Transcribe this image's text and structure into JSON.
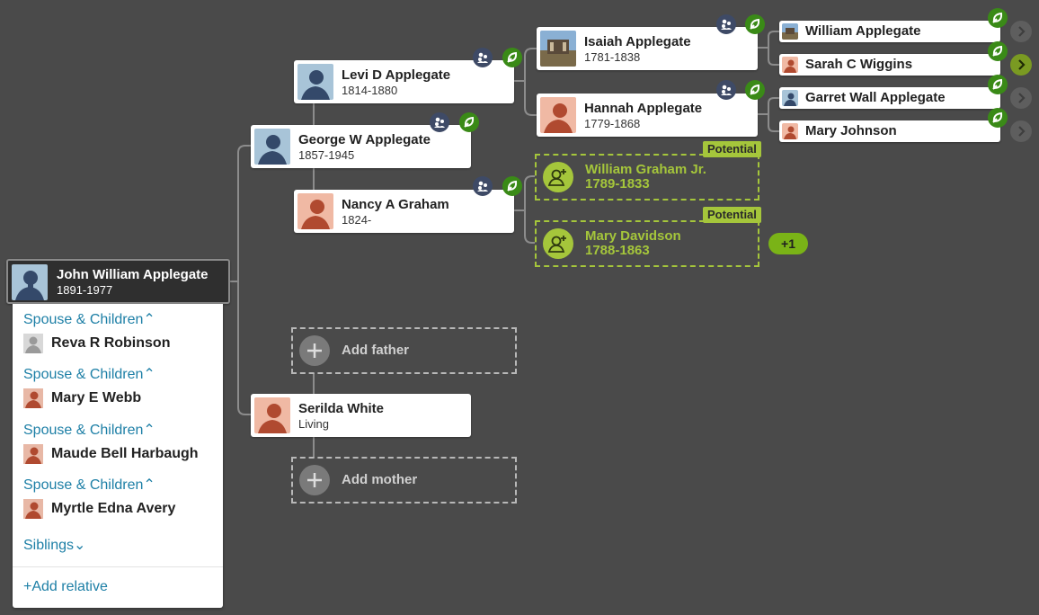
{
  "focus": {
    "name": "John William Applegate",
    "dates": "1891-1977"
  },
  "gen1": {
    "father": {
      "name": "George W Applegate",
      "dates": "1857-1945"
    },
    "mother": {
      "name": "Serilda White",
      "dates": "Living"
    },
    "add_father": "Add father",
    "add_mother": "Add mother"
  },
  "gen2": {
    "paternal_grandfather": {
      "name": "Levi D Applegate",
      "dates": "1814-1880"
    },
    "paternal_grandmother": {
      "name": "Nancy A Graham",
      "dates": "1824-"
    }
  },
  "gen3": {
    "isaiah": {
      "name": "Isaiah Applegate",
      "dates": "1781-1838"
    },
    "hannah": {
      "name": "Hannah Applegate",
      "dates": "1779-1868"
    },
    "potential_father": {
      "tag": "Potential",
      "name": "William Graham Jr.",
      "dates": "1789-1833"
    },
    "potential_mother": {
      "tag": "Potential",
      "name": "Mary Davidson",
      "dates": "1788-1863"
    },
    "more_count": "+1"
  },
  "gen4": {
    "items": [
      {
        "name": "William Applegate"
      },
      {
        "name": "Sarah C Wiggins"
      },
      {
        "name": "Garret Wall Applegate"
      },
      {
        "name": "Mary Johnson"
      }
    ]
  },
  "panel": {
    "spouse_children_label": "Spouse & Children",
    "spouses": [
      {
        "name": "Reva R Robinson"
      },
      {
        "name": "Mary E Webb"
      },
      {
        "name": "Maude Bell Harbaugh"
      },
      {
        "name": "Myrtle Edna Avery"
      }
    ],
    "siblings_label": "Siblings",
    "add_relative": "Add relative"
  },
  "colors": {
    "background": "#4a4a4a",
    "link_blue": "#1d7fa6",
    "potential_green": "#a5c63b",
    "hint_green": "#3a8a17",
    "family_badge": "#3e4a66"
  },
  "icons": {
    "male_avatar": "male-silhouette-icon",
    "female_avatar": "female-silhouette-icon",
    "family_badge": "family-group-icon",
    "hint_badge": "leaf-hint-icon",
    "chevron": "chevron-right-icon",
    "add": "plus-icon",
    "add_person": "add-person-icon"
  }
}
